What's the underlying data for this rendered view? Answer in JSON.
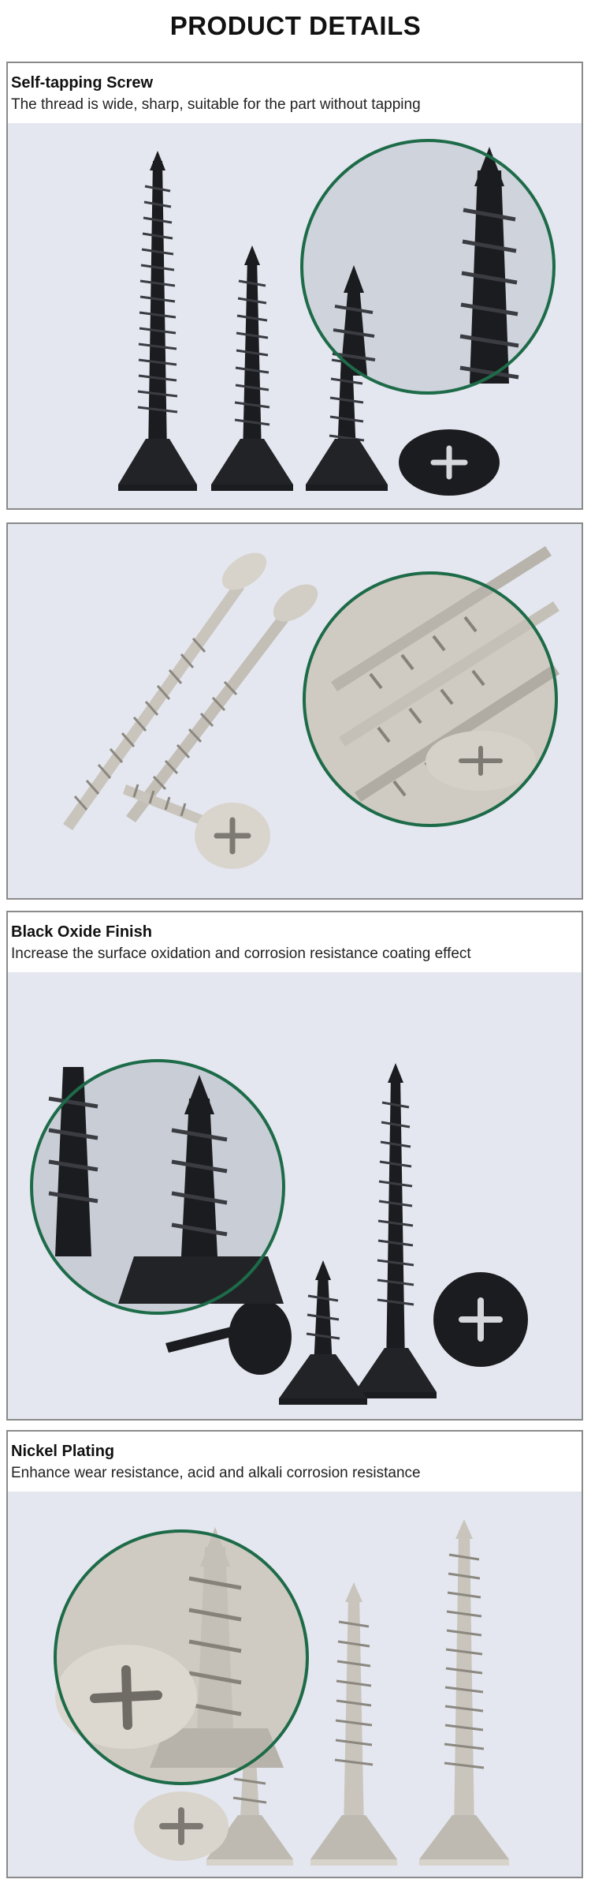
{
  "page": {
    "title": "PRODUCT DETAILS"
  },
  "sections": [
    {
      "title": "Self-tapping Screw",
      "description": "The thread is wide, sharp, suitable for the part without tapping",
      "finish": "black"
    },
    {
      "title": "",
      "description": "",
      "finish": "nickel"
    },
    {
      "title": "Black Oxide Finish",
      "description": "Increase the surface oxidation and corrosion resistance coating effect",
      "finish": "black"
    },
    {
      "title": "Nickel Plating",
      "description": "Enhance wear resistance, acid and alkali corrosion resistance",
      "finish": "nickel"
    }
  ],
  "colors": {
    "panel_border": "#8a8a8a",
    "photo_background": "#e4e7ef",
    "magnifier_ring": "#1d6b48",
    "black_screw": "#1b1c1f",
    "black_thread": "#3a3c42",
    "nickel_screw": "#c9c5bd",
    "nickel_thread": "#8c8880"
  }
}
